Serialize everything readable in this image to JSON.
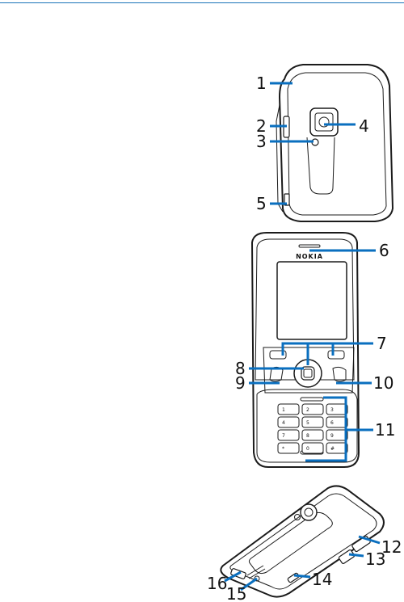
{
  "diagram": {
    "brand": "NOKIA",
    "callouts": [
      "1",
      "2",
      "3",
      "4",
      "5",
      "6",
      "7",
      "8",
      "9",
      "10",
      "11",
      "12",
      "13",
      "14",
      "15",
      "16"
    ],
    "keypad": [
      "1",
      "2",
      "3",
      "4",
      "5",
      "6",
      "7",
      "8",
      "9",
      "*",
      "0",
      "#"
    ]
  },
  "colors": {
    "leader": "#0a6fbf",
    "outline": "#1b1b1b",
    "rule": "#1a73b8"
  }
}
